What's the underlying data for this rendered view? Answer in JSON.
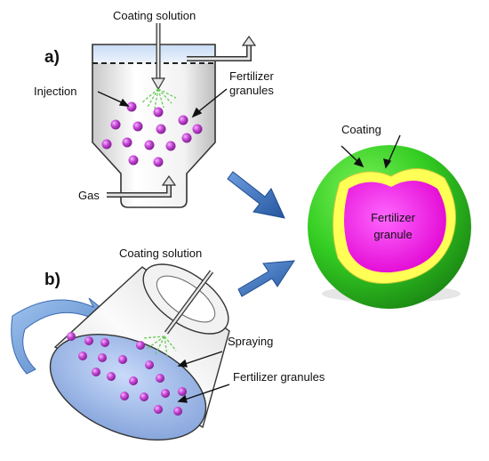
{
  "panel_a": {
    "tag": "a)",
    "coating_solution": "Coating solution",
    "injection": "Injection",
    "fertilizer_granules_line1": "Fertilizer",
    "fertilizer_granules_line2": "granules",
    "gas": "Gas"
  },
  "panel_b": {
    "tag": "b)",
    "coating_solution": "Coating solution",
    "spraying": "Spraying",
    "fertilizer_granules": "Fertilizer granules"
  },
  "product": {
    "coating": "Coating",
    "granule_line1": "Fertilizer",
    "granule_line2": "granule"
  },
  "colors": {
    "granule": "#cc44dd",
    "core": "#ee11dd",
    "coating_outer": "#33cc22",
    "coating_inner": "#ffff55",
    "arrow_blue": "#3a6fbf",
    "drum_base": "#9ab4e8",
    "spray_green": "#66cc55"
  }
}
